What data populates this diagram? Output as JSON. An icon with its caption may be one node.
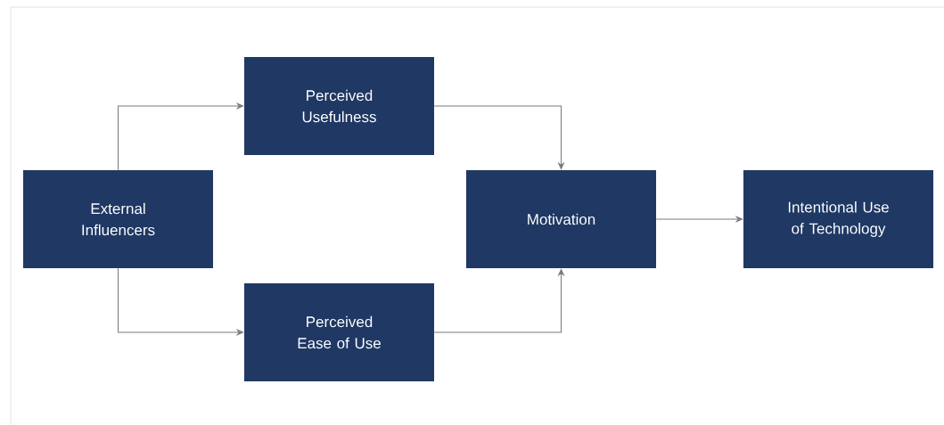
{
  "diagram": {
    "nodes": [
      {
        "text": [
          "External Influencers"
        ]
      },
      {
        "text": [
          "Perceived Usefulness"
        ]
      },
      {
        "text": [
          "Perceived Ease of Use"
        ]
      },
      {
        "text": [
          "Motivation"
        ]
      },
      {
        "text": [
          "Intentional Use of Technology"
        ]
      }
    ],
    "edges": [
      {
        "from": 0,
        "to": 1,
        "arrow": "to"
      },
      {
        "from": 0,
        "to": 2,
        "arrow": "to"
      },
      {
        "from": 1,
        "to": 3,
        "arrow": "to"
      },
      {
        "from": 2,
        "to": 3,
        "arrow": "to"
      },
      {
        "from": 3,
        "to": 4,
        "arrow": "to"
      }
    ]
  }
}
